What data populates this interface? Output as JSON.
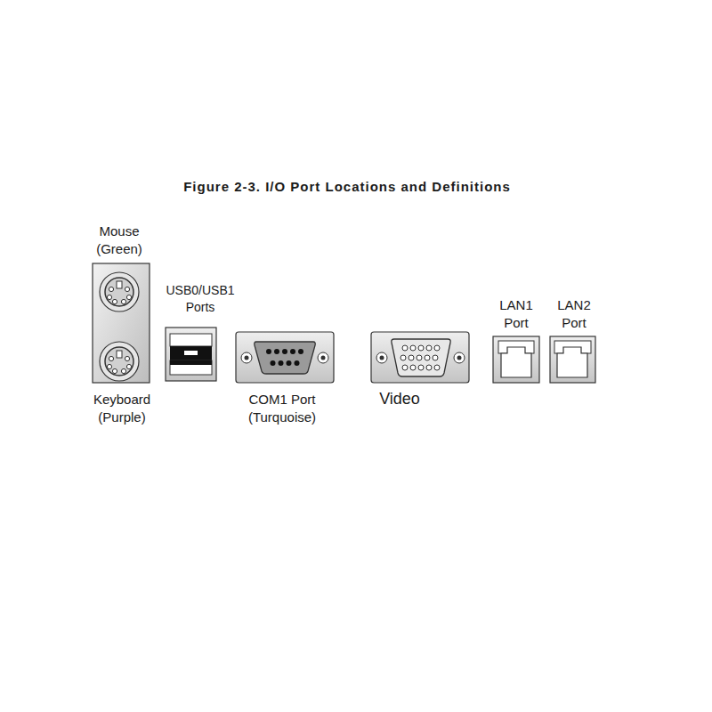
{
  "diagram": {
    "title": "Figure 2-3. I/O Port Locations and Definitions",
    "labels": [
      "Mouse (Green)",
      "USB0/USB1 Ports",
      "LAN1 Port",
      "LAN2 Port",
      "Keyboard (Purple)",
      "COM1 Port (Turquoise)",
      "Video"
    ]
  }
}
